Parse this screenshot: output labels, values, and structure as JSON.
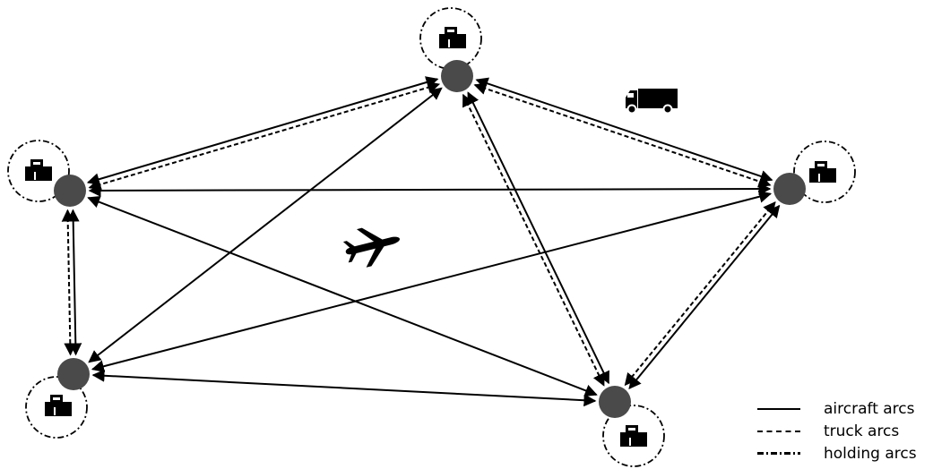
{
  "diagram": {
    "nodes": [
      {
        "id": "top"
      },
      {
        "id": "left"
      },
      {
        "id": "right"
      },
      {
        "id": "bottom-left"
      },
      {
        "id": "bottom-right"
      }
    ],
    "aircraft_arcs": [
      [
        "left",
        "top"
      ],
      [
        "top",
        "right"
      ],
      [
        "right",
        "left"
      ],
      [
        "left",
        "bottom-left"
      ],
      [
        "top",
        "bottom-left"
      ],
      [
        "top",
        "bottom-right"
      ],
      [
        "left",
        "bottom-right"
      ],
      [
        "right",
        "bottom-left"
      ],
      [
        "right",
        "bottom-right"
      ],
      [
        "bottom-left",
        "bottom-right"
      ]
    ],
    "truck_arcs": [
      [
        "left",
        "top"
      ],
      [
        "top",
        "right"
      ],
      [
        "left",
        "bottom-left"
      ],
      [
        "top",
        "bottom-right"
      ],
      [
        "right",
        "bottom-right"
      ]
    ],
    "holding_arcs": [
      "top",
      "left",
      "right",
      "bottom-left",
      "bottom-right"
    ],
    "icons": {
      "node": "circle-node",
      "holding": "warehouse-icon",
      "truck": "truck-icon",
      "aircraft": "airplane-icon"
    },
    "colors": {
      "node": "#4a4a4a",
      "line": "#000000"
    }
  },
  "legend": {
    "aircraft": "aircraft arcs",
    "truck": "truck arcs",
    "holding": "holding arcs"
  }
}
